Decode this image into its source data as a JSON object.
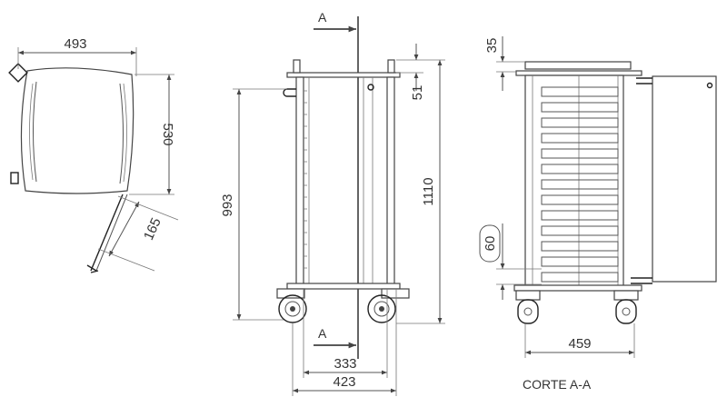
{
  "top_view": {
    "width": "493",
    "depth": "530",
    "door_offset": "165"
  },
  "front_view": {
    "section_mark_top": "A",
    "section_mark_bottom": "A",
    "inner_height": "993",
    "total_height": "1110",
    "top_offset": "51",
    "inner_width": "333",
    "total_width": "423"
  },
  "section_view": {
    "top_offset": "35",
    "tray_pitch": "60",
    "depth": "459",
    "title": "CORTE A-A"
  }
}
